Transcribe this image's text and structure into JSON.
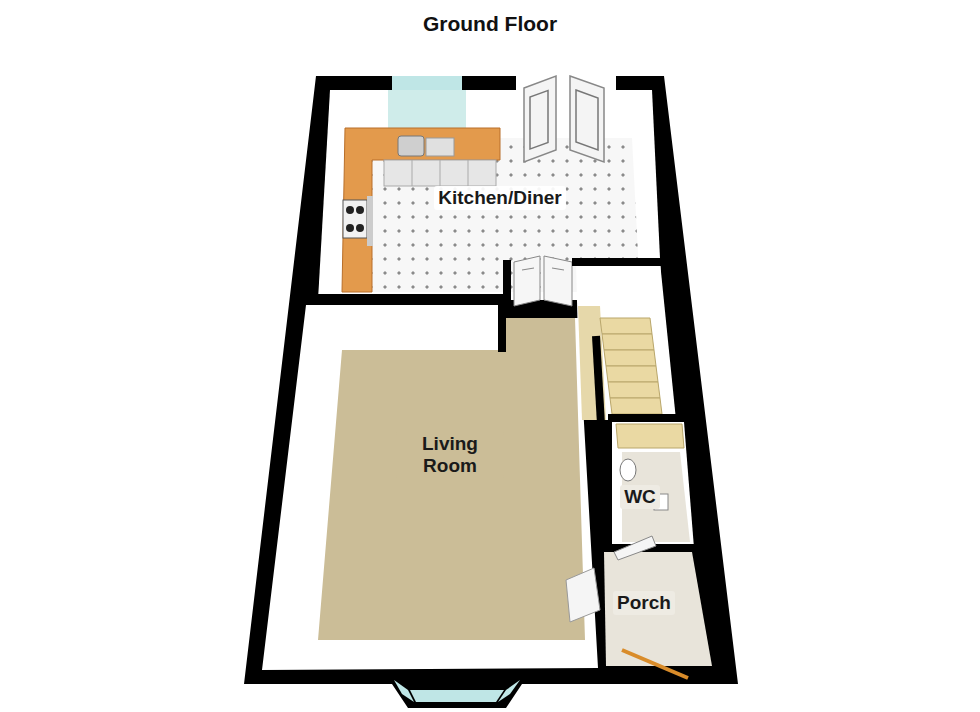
{
  "diagram": {
    "title": "Ground Floor",
    "nodes": [
      {
        "text": [
          "Kitchen/Diner"
        ]
      },
      {
        "text": [
          "Living Room"
        ]
      },
      {
        "text": [
          "WC"
        ]
      },
      {
        "text": [
          "Porch"
        ]
      }
    ]
  }
}
